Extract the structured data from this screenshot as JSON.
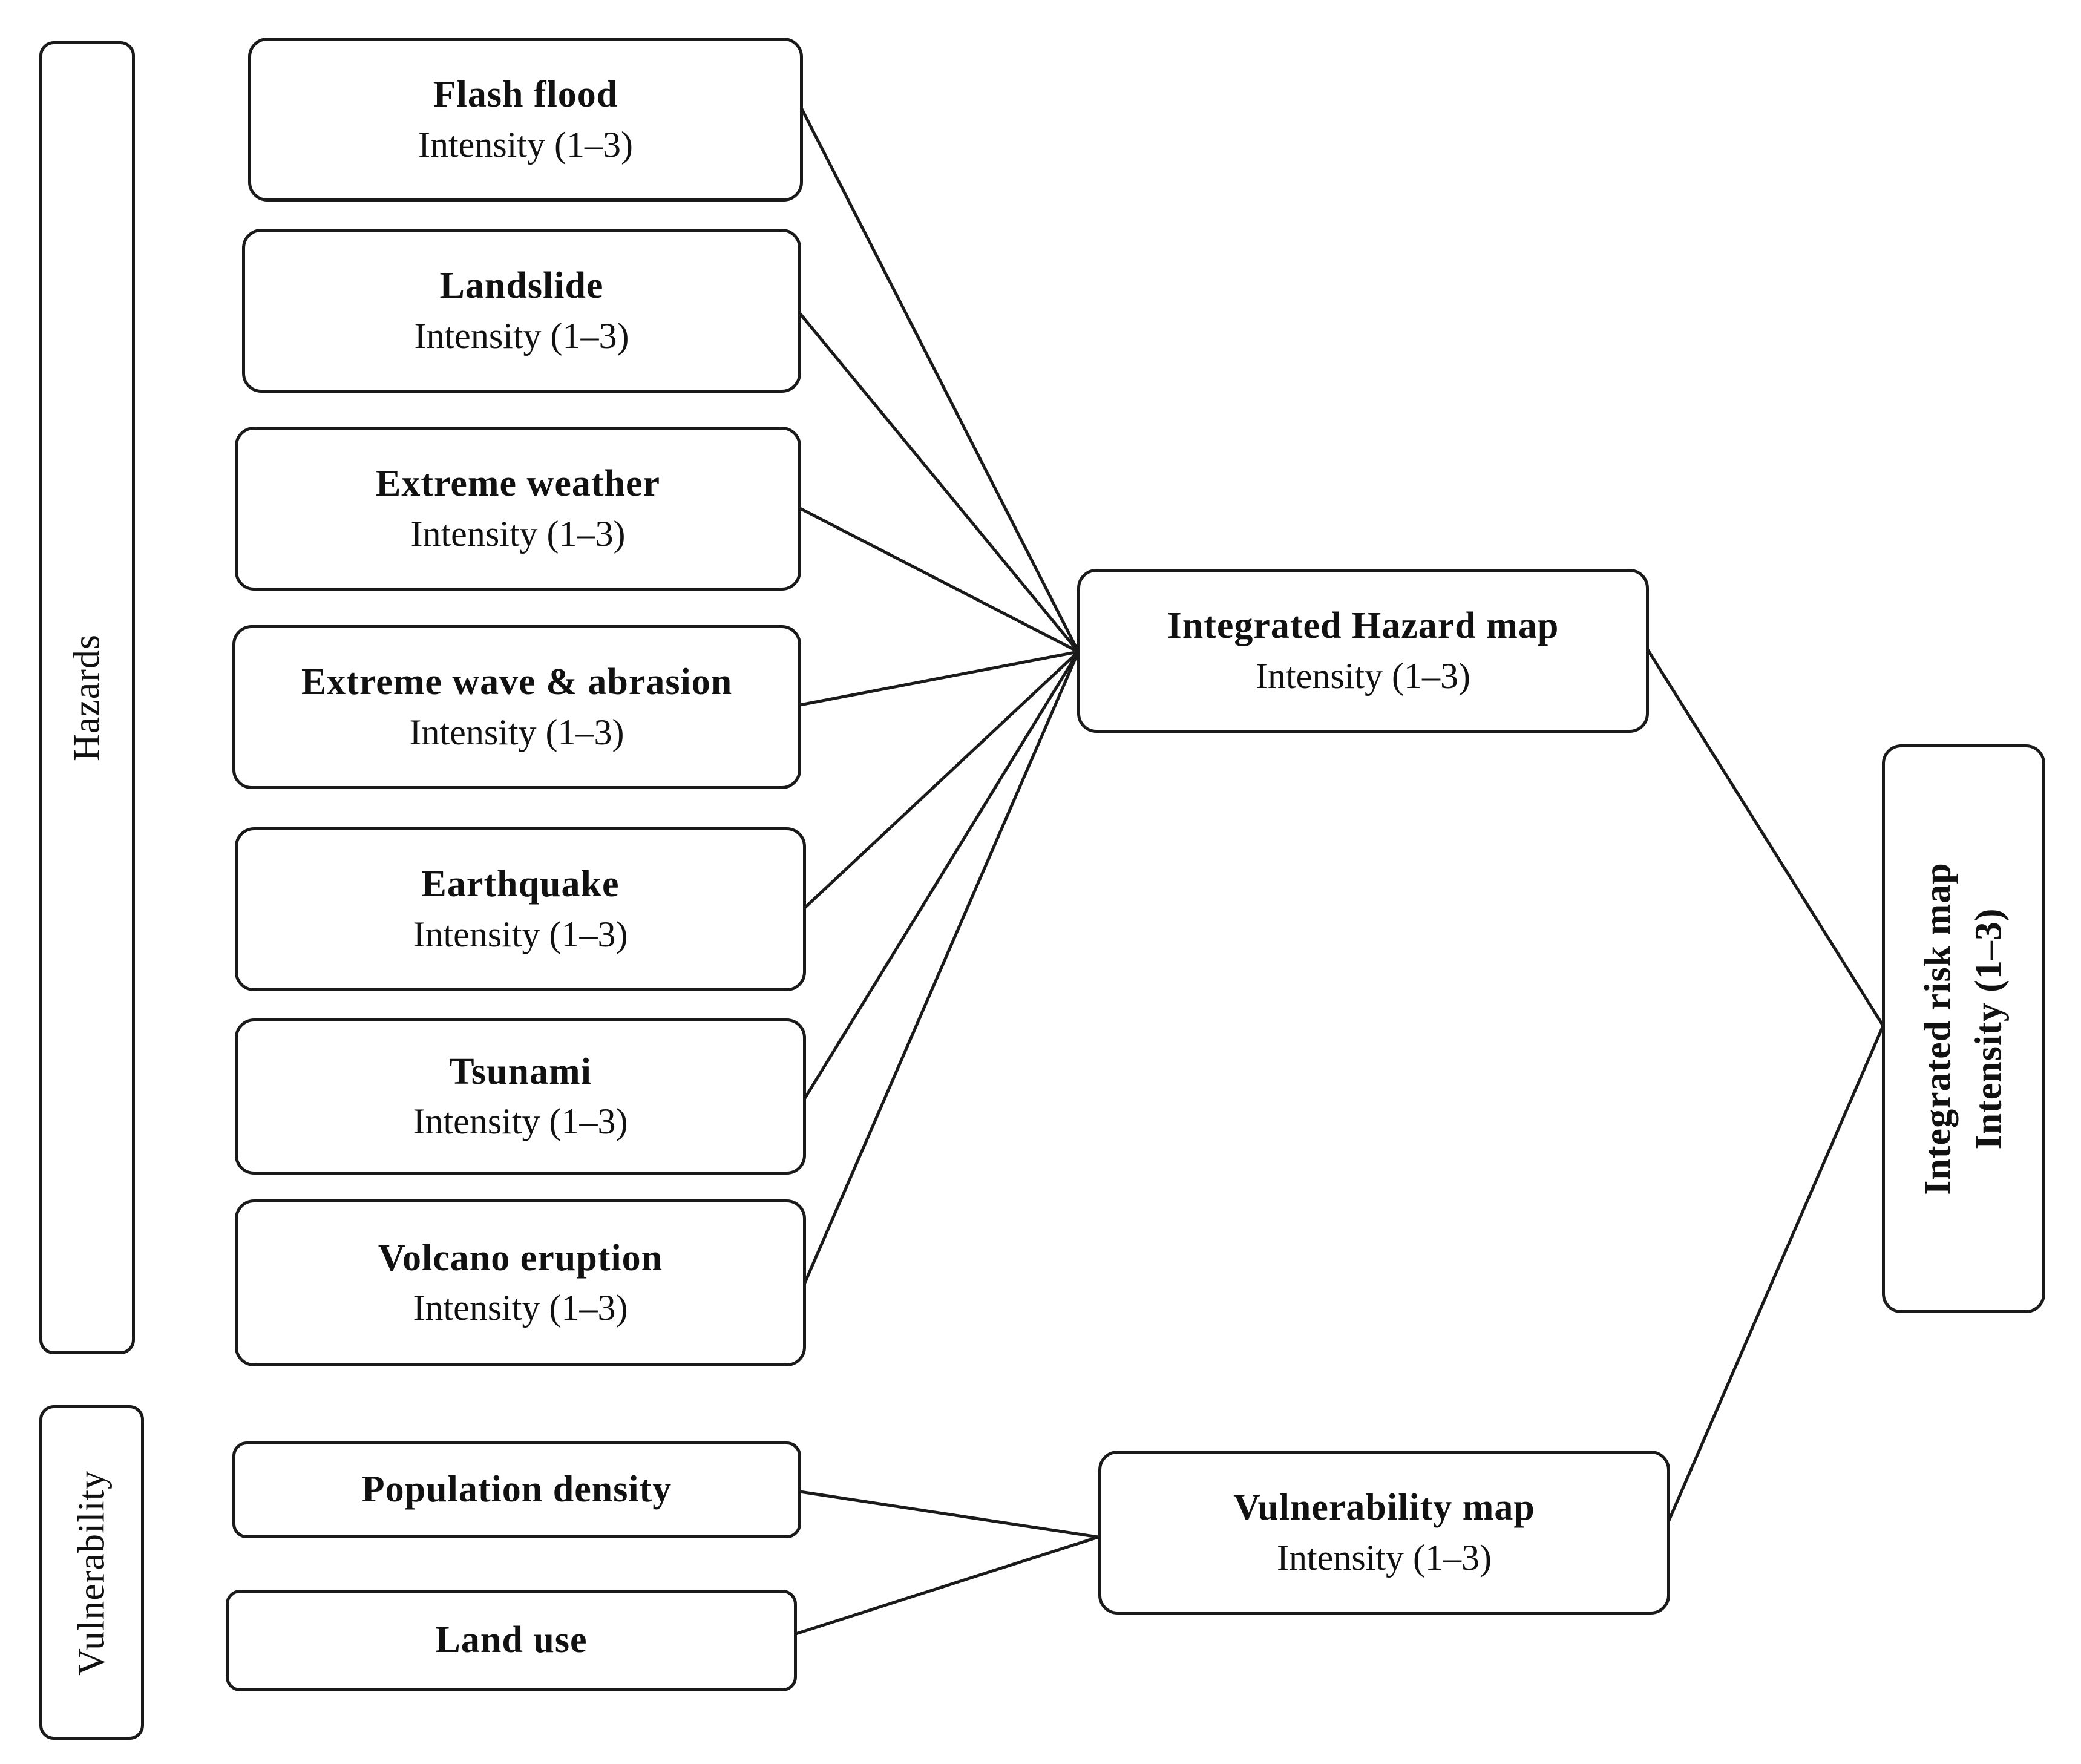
{
  "groups": {
    "hazards_label": "Hazards",
    "vulnerability_label": "Vulnerability"
  },
  "hazards": [
    {
      "name": "Flash flood",
      "intensity": "Intensity (1–3)"
    },
    {
      "name": "Landslide",
      "intensity": "Intensity (1–3)"
    },
    {
      "name": "Extreme weather",
      "intensity": "Intensity (1–3)"
    },
    {
      "name": "Extreme wave & abrasion",
      "intensity": "Intensity (1–3)"
    },
    {
      "name": "Earthquake",
      "intensity": "Intensity (1–3)"
    },
    {
      "name": "Tsunami",
      "intensity": "Intensity (1–3)"
    },
    {
      "name": "Volcano eruption",
      "intensity": "Intensity (1–3)"
    }
  ],
  "vulnerability": [
    {
      "name": "Population density"
    },
    {
      "name": "Land use"
    }
  ],
  "integrated_hazard": {
    "name": "Integrated Hazard map",
    "intensity": "Intensity (1–3)"
  },
  "vulnerability_map": {
    "name": "Vulnerability map",
    "intensity": "Intensity (1–3)"
  },
  "risk_map": {
    "name": "Integrated risk map",
    "intensity": "Intensity (1–3)"
  }
}
